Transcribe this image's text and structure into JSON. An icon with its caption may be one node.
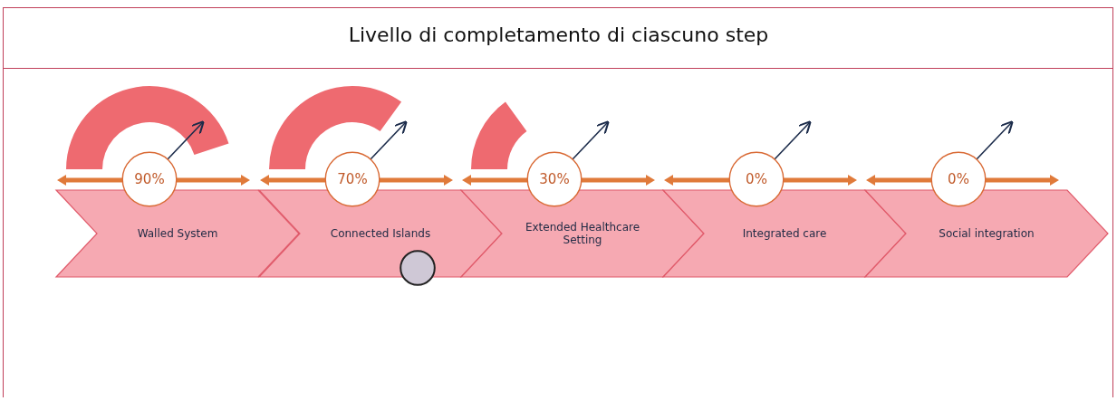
{
  "diagram": {
    "title": "Livello di completamento di ciascuno step",
    "nodes": [
      {
        "text": [
          "90%"
        ]
      },
      {
        "text": [
          "Walled System"
        ]
      },
      {
        "text": [
          "70%"
        ]
      },
      {
        "text": [
          "Connected Islands"
        ]
      },
      {
        "text": [],
        "shape": "circle"
      },
      {
        "text": [
          "30%"
        ]
      },
      {
        "text": [
          "Extended Healthcare Setting"
        ]
      },
      {
        "text": [
          "0%"
        ]
      },
      {
        "text": [
          "Integrated care"
        ]
      },
      {
        "text": [
          "0%"
        ]
      },
      {
        "text": [
          "Social integration"
        ]
      }
    ],
    "edges": []
  }
}
